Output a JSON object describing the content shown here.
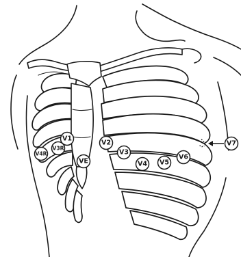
{
  "leads": [
    {
      "id": "v1",
      "label": "V1"
    },
    {
      "id": "v2",
      "label": "V2"
    },
    {
      "id": "v3",
      "label": "V3"
    },
    {
      "id": "v3r",
      "label": "V3R"
    },
    {
      "id": "v4r",
      "label": "V4R"
    },
    {
      "id": "ve",
      "label": "VE"
    },
    {
      "id": "v4",
      "label": "V4"
    },
    {
      "id": "v5",
      "label": "V5"
    },
    {
      "id": "v6",
      "label": "V6"
    },
    {
      "id": "v7",
      "label": "V7"
    }
  ]
}
